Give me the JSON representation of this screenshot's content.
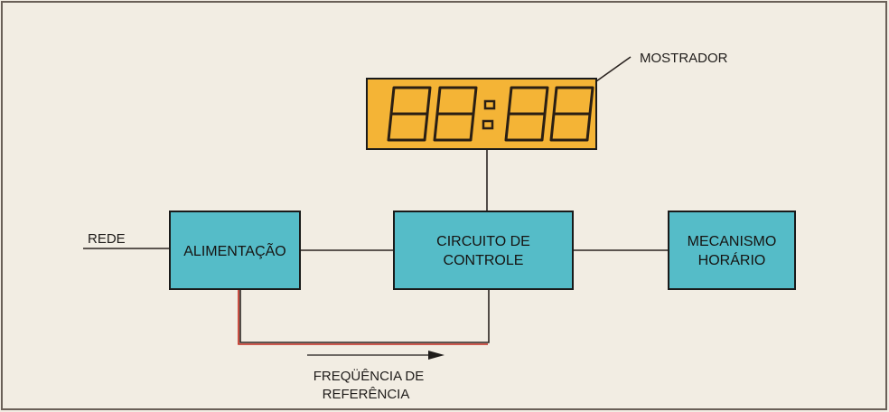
{
  "colors": {
    "background": "#f2ede3",
    "frame": "#6a6058",
    "block_fill": "#55bcc8",
    "block_border": "#1a1a1a",
    "display_fill": "#f4b436",
    "segment_stroke": "#2a1f14",
    "wire": "#2a2320",
    "reference_line": "#c0281c"
  },
  "labels": {
    "display": "MOSTRADOR",
    "mains": "REDE",
    "reference_line1": "FREQÜÊNCIA DE",
    "reference_line2": "REFERÊNCIA"
  },
  "blocks": {
    "power_supply": "ALIMENTAÇÃO",
    "control_line1": "CIRCUITO DE",
    "control_line2": "CONTROLE",
    "clock_line1": "MECANISMO",
    "clock_line2": "HORÁRIO"
  },
  "display_digits": "88:88"
}
